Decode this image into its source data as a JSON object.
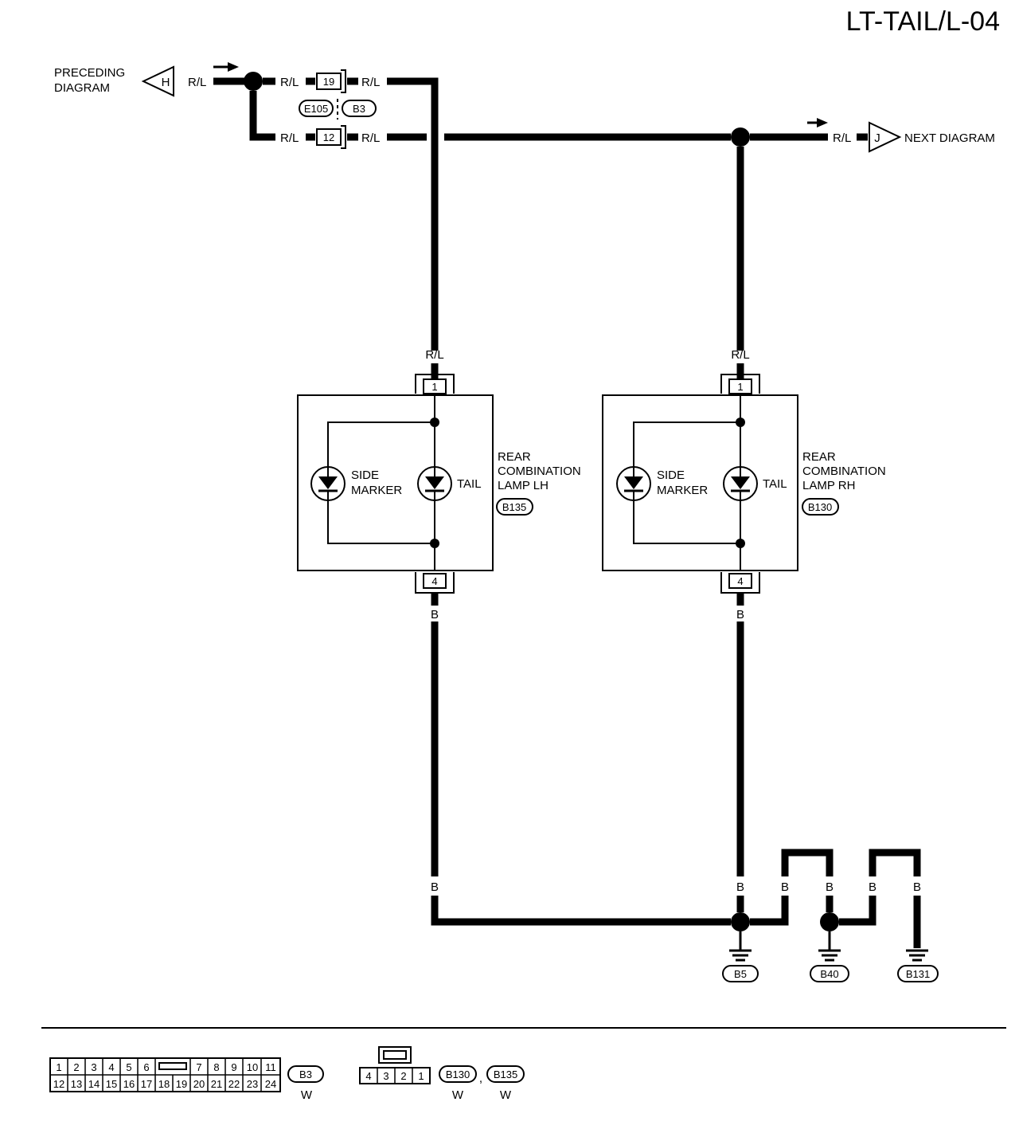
{
  "page_code": "LT-TAIL/L-04",
  "preceding": {
    "line1": "PRECEDING",
    "line2": "DIAGRAM",
    "ref": "H"
  },
  "next": {
    "label": "NEXT DIAGRAM",
    "ref": "J"
  },
  "wire_colors": {
    "power": "R/L",
    "ground": "B"
  },
  "joint_connector": {
    "upper_terminal": "19",
    "lower_terminal": "12",
    "left_id": "E105",
    "right_id": "B3"
  },
  "lamp_lh": {
    "name_line1": "REAR",
    "name_line2": "COMBINATION",
    "name_line3": "LAMP LH",
    "connector": "B135",
    "pin_in": "1",
    "pin_out": "4",
    "side_marker_line1": "SIDE",
    "side_marker_line2": "MARKER",
    "tail": "TAIL"
  },
  "lamp_rh": {
    "name_line1": "REAR",
    "name_line2": "COMBINATION",
    "name_line3": "LAMP RH",
    "connector": "B130",
    "pin_in": "1",
    "pin_out": "4",
    "side_marker_line1": "SIDE",
    "side_marker_line2": "MARKER",
    "tail": "TAIL"
  },
  "grounds": [
    "B5",
    "B40",
    "B131"
  ],
  "connector_views": {
    "b3": {
      "top_row": [
        "1",
        "2",
        "3",
        "4",
        "5",
        "6",
        "7",
        "8",
        "9",
        "10",
        "11"
      ],
      "bottom_row": [
        "12",
        "13",
        "14",
        "15",
        "16",
        "17",
        "18",
        "19",
        "20",
        "21",
        "22",
        "23",
        "24"
      ],
      "id": "B3",
      "color": "W"
    },
    "lamp": {
      "pins": [
        "4",
        "3",
        "2",
        "1"
      ],
      "ids": [
        "B130",
        "B135"
      ],
      "separator": ",",
      "colors": [
        "W",
        "W"
      ]
    }
  }
}
